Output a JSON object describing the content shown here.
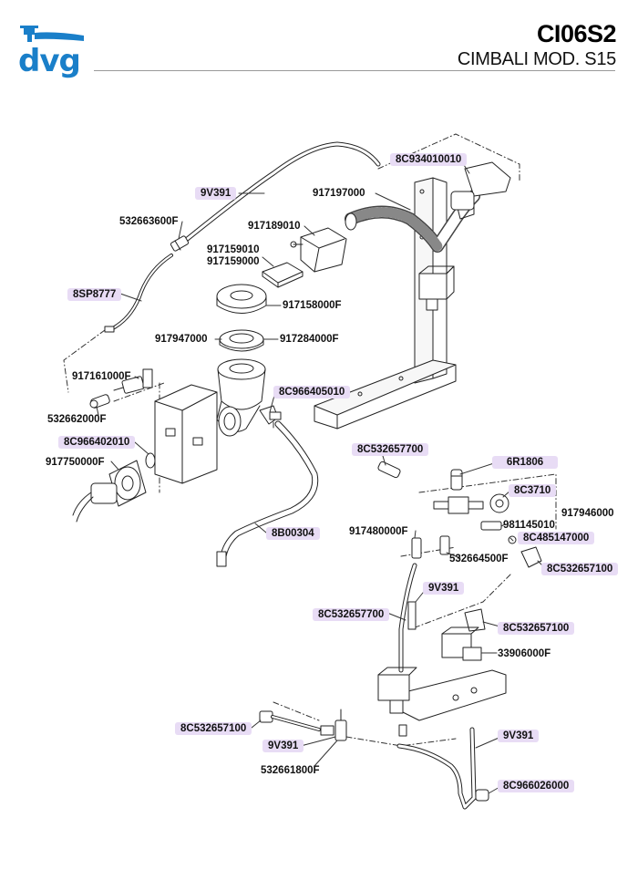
{
  "brand": {
    "logo_text": "dvg",
    "logo_color": "#1a7fc9"
  },
  "header": {
    "code": "CI06S2",
    "model": "CIMBALI MOD. S15"
  },
  "highlight_color": "#e8dcf5",
  "labels": {
    "l1": "8C934010010",
    "l2": "9V391",
    "l3": "917197000",
    "l4": "532663600F",
    "l5": "917189010",
    "l6": "917159010",
    "l7": "917159000",
    "l8": "8SP8777",
    "l9": "917158000F",
    "l10": "917947000",
    "l11": "917284000F",
    "l12": "917161000F",
    "l13": "8C966405010",
    "l14": "532662000F",
    "l15": "8C966402010",
    "l16": "917750000F",
    "l17": "8C532657700",
    "l18": "6R1806",
    "l19": "8C3710",
    "l20": "917946000",
    "l21": "981145010",
    "l22": "917480000F",
    "l23": "8C485147000",
    "l24": "8B00304",
    "l25": "532664500F",
    "l26": "8C532657100",
    "l27": "9V391",
    "l28": "8C532657700",
    "l29": "8C532657100",
    "l30": "33906000F",
    "l31": "8C532657100",
    "l32": "9V391",
    "l33": "9V391",
    "l34": "532661800F",
    "l35": "8C966026000"
  }
}
